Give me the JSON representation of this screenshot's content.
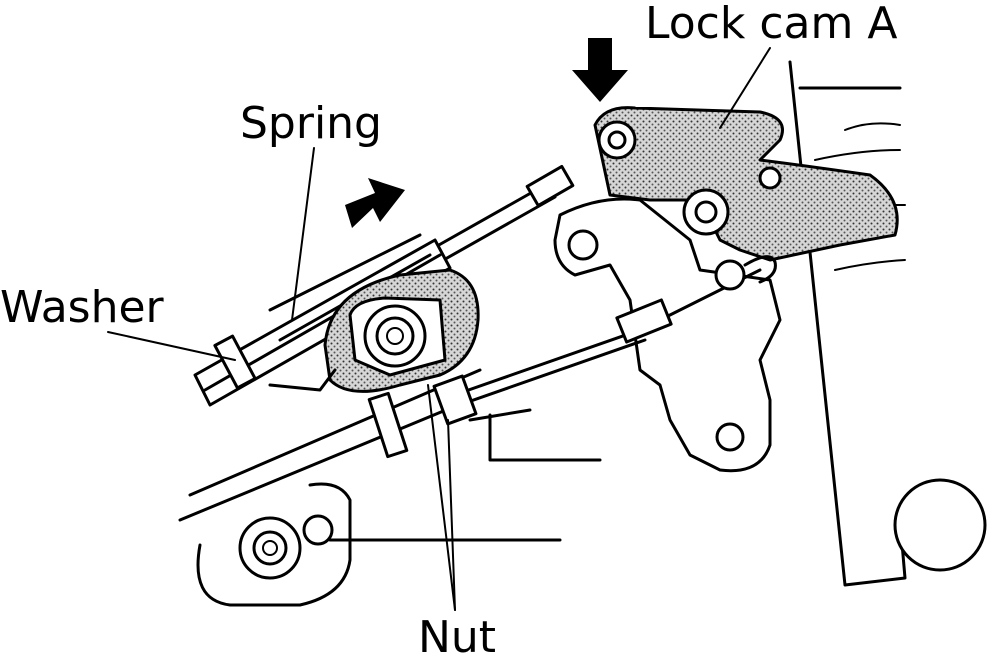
{
  "labels": {
    "lock_cam": "Lock cam A",
    "spring": "Spring",
    "washer": "Washer",
    "nut": "Nut"
  },
  "colors": {
    "ink": "#000000",
    "paper": "#ffffff",
    "shade": "#9a9a9a"
  },
  "arrows": [
    {
      "name": "push-down-arrow",
      "direction": "down"
    },
    {
      "name": "pull-arrow",
      "direction": "up-right"
    }
  ]
}
